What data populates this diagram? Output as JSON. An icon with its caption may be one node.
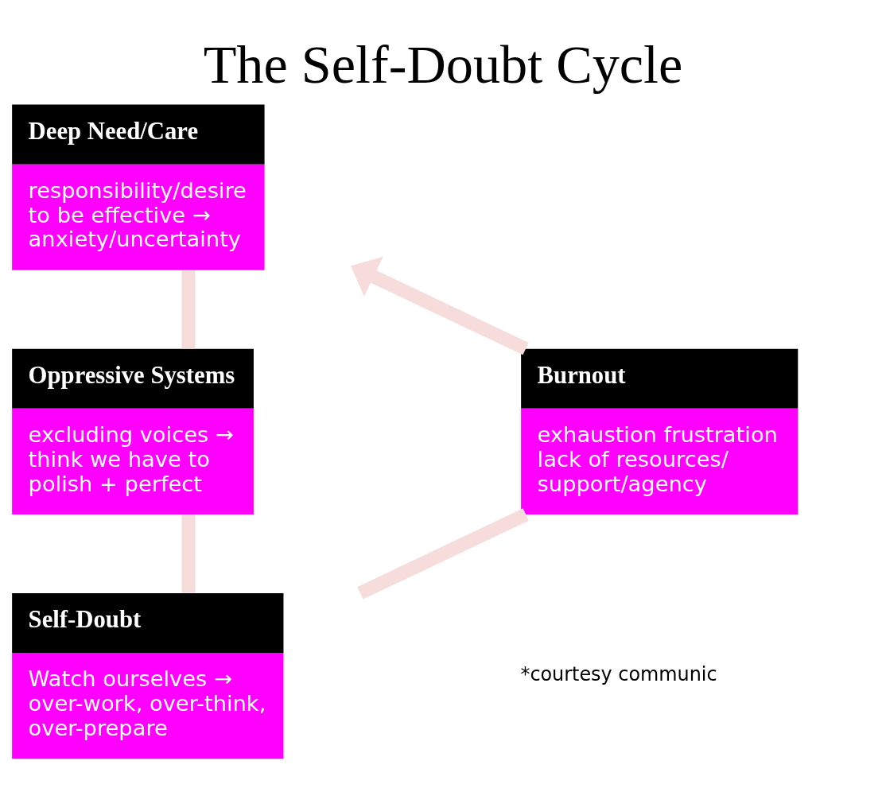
{
  "diagram": {
    "title": "The Self-Doubt Cycle",
    "nodes": [
      {
        "text": [
          "Deep Need/Care",
          "responsibility/desire to be effective → anxiety/uncertainty"
        ]
      },
      {
        "text": [
          "Oppressive Systems",
          "excluding voices → think we have to polish + perfect"
        ]
      },
      {
        "text": [
          "Self-Doubt",
          "Watch ourselves → over-work, over-think, over-prepare"
        ]
      },
      {
        "text": [
          "Burnout",
          "exhaustion frustration lack of resources/ support/agency"
        ]
      }
    ],
    "edges": [
      {
        "from": 0,
        "to": 1,
        "arrow": "none"
      },
      {
        "from": 1,
        "to": 2,
        "arrow": "none"
      },
      {
        "from": 2,
        "to": 3,
        "arrow": "none"
      },
      {
        "from": 3,
        "to": 0,
        "arrow": "to"
      }
    ],
    "labels": [
      "*courtesy communic"
    ]
  }
}
